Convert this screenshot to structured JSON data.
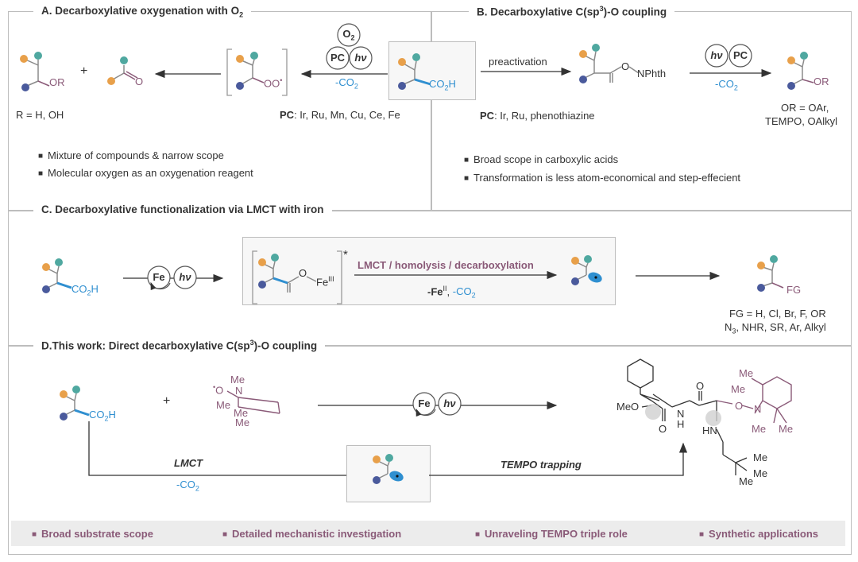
{
  "colors": {
    "orange": "#e8a04a",
    "teal": "#4fa8a0",
    "navy": "#4a5a9c",
    "blue": "#2f8fd0",
    "plum": "#8a5a78",
    "frame": "#bdbdbd"
  },
  "sectionA": {
    "title_pre": "A. Decarboxylative oxygenation with O",
    "title_sub": "2",
    "or_label": "OR",
    "plus": "+",
    "r_def": "R = H, OH",
    "o_label": "O",
    "oo_label": "OO",
    "o2_label_main": "O",
    "o2_label_sub": "2",
    "pc_label": "PC",
    "hv_label": "hν",
    "co2_pre": "-CO",
    "co2_sub": "2",
    "co2h_pre": "CO",
    "co2h_sub": "2",
    "co2h_post": "H",
    "pc_def_bold": "PC",
    "pc_def_rest": ": Ir, Ru, Mn, Cu, Ce, Fe",
    "bullets": [
      "Mixture of compounds & narrow scope",
      "Molecular oxygen as an oxygenation reagent"
    ]
  },
  "sectionB": {
    "title_pre": "B. Decarboxylative C(sp",
    "title_sup": "3",
    "title_post": ")-O coupling",
    "preactivation": "preactivation",
    "o_label": "O",
    "nphth": "NPhth",
    "hv_label": "hν",
    "pc_label": "PC",
    "co2_pre": "-CO",
    "co2_sub": "2",
    "or_label": "OR",
    "pc_def_bold": "PC",
    "pc_def_rest": ": Ir, Ru, phenothiazine",
    "or_def_1": "OR = OAr,",
    "or_def_2": "TEMPO, OAlkyl",
    "bullets": [
      "Broad scope in carboxylic acids",
      "Transformation is less atom-economical and step-effecient"
    ]
  },
  "sectionC": {
    "title": "C. Decarboxylative functionalization via LMCT with iron",
    "co2h_pre": "CO",
    "co2h_sub": "2",
    "co2h_post": "H",
    "fe_label": "Fe",
    "hv_label": "hν",
    "star": "*",
    "fe3_main": "Fe",
    "fe3_sup": "III",
    "o_label": "O",
    "arrow_top": "LMCT / homolysis / decarboxylation",
    "arrow_bottom_pre": "-Fe",
    "arrow_bottom_sup": "II",
    "arrow_bottom_mid": ", ",
    "arrow_bottom_co2_pre": "-CO",
    "arrow_bottom_co2_sub": "2",
    "fg_label": "FG",
    "fg_def_1": "FG = H, Cl, Br, F, OR",
    "fg_def_2_pre": "N",
    "fg_def_2_sub": "3",
    "fg_def_2_post": ", NHR, SR, Ar, Alkyl"
  },
  "sectionD": {
    "title_pre": "D.This work: Direct decarboxylative C(sp",
    "title_sup": "3",
    "title_post": ")-O coupling",
    "co2h_pre": "CO",
    "co2h_sub": "2",
    "co2h_post": "H",
    "plus": "+",
    "tempo_o": "O",
    "tempo_n": "N",
    "me": "Me",
    "fe_label": "Fe",
    "hv_label": "hν",
    "lmct": "LMCT",
    "co2_pre": "-CO",
    "co2_sub": "2",
    "tempo_trapping": "TEMPO trapping",
    "meo": "MeO",
    "o_label": "O",
    "n_label": "N",
    "h_label": "H",
    "hn_label": "HN"
  },
  "footer": [
    "Broad substrate scope",
    "Detailed mechanistic investigation",
    "Unraveling TEMPO triple role",
    "Synthetic applications"
  ]
}
